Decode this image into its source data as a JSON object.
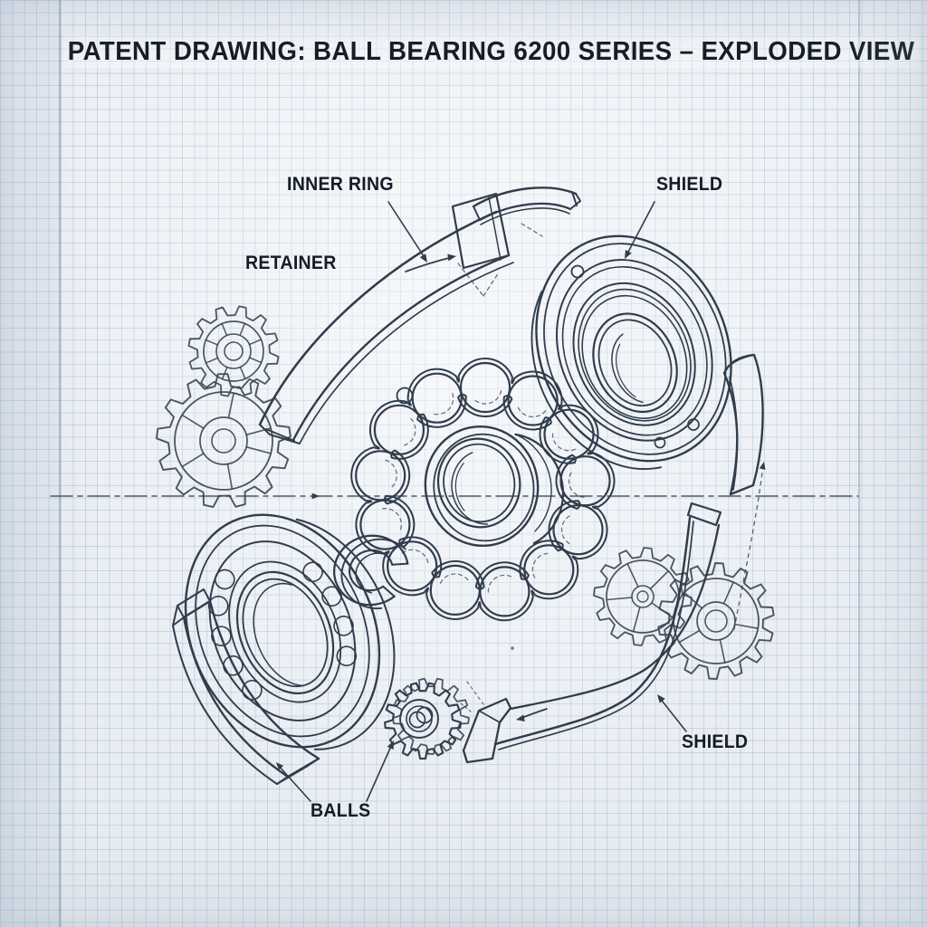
{
  "title": "PATENT DRAWING: BALL BEARING 6200 SERIES – EXPLODED VIEW",
  "labels": {
    "inner_ring": "INNER RING",
    "retainer": "RETAINER",
    "shield_top": "SHIELD",
    "shield_bottom": "SHIELD",
    "balls": "BALLS"
  },
  "colors": {
    "ink": "#313d4c",
    "label_ink": "#151c28",
    "paper": "#edf1f5",
    "grid_line": "#7c9cbe",
    "margin_line": "#68829e"
  }
}
